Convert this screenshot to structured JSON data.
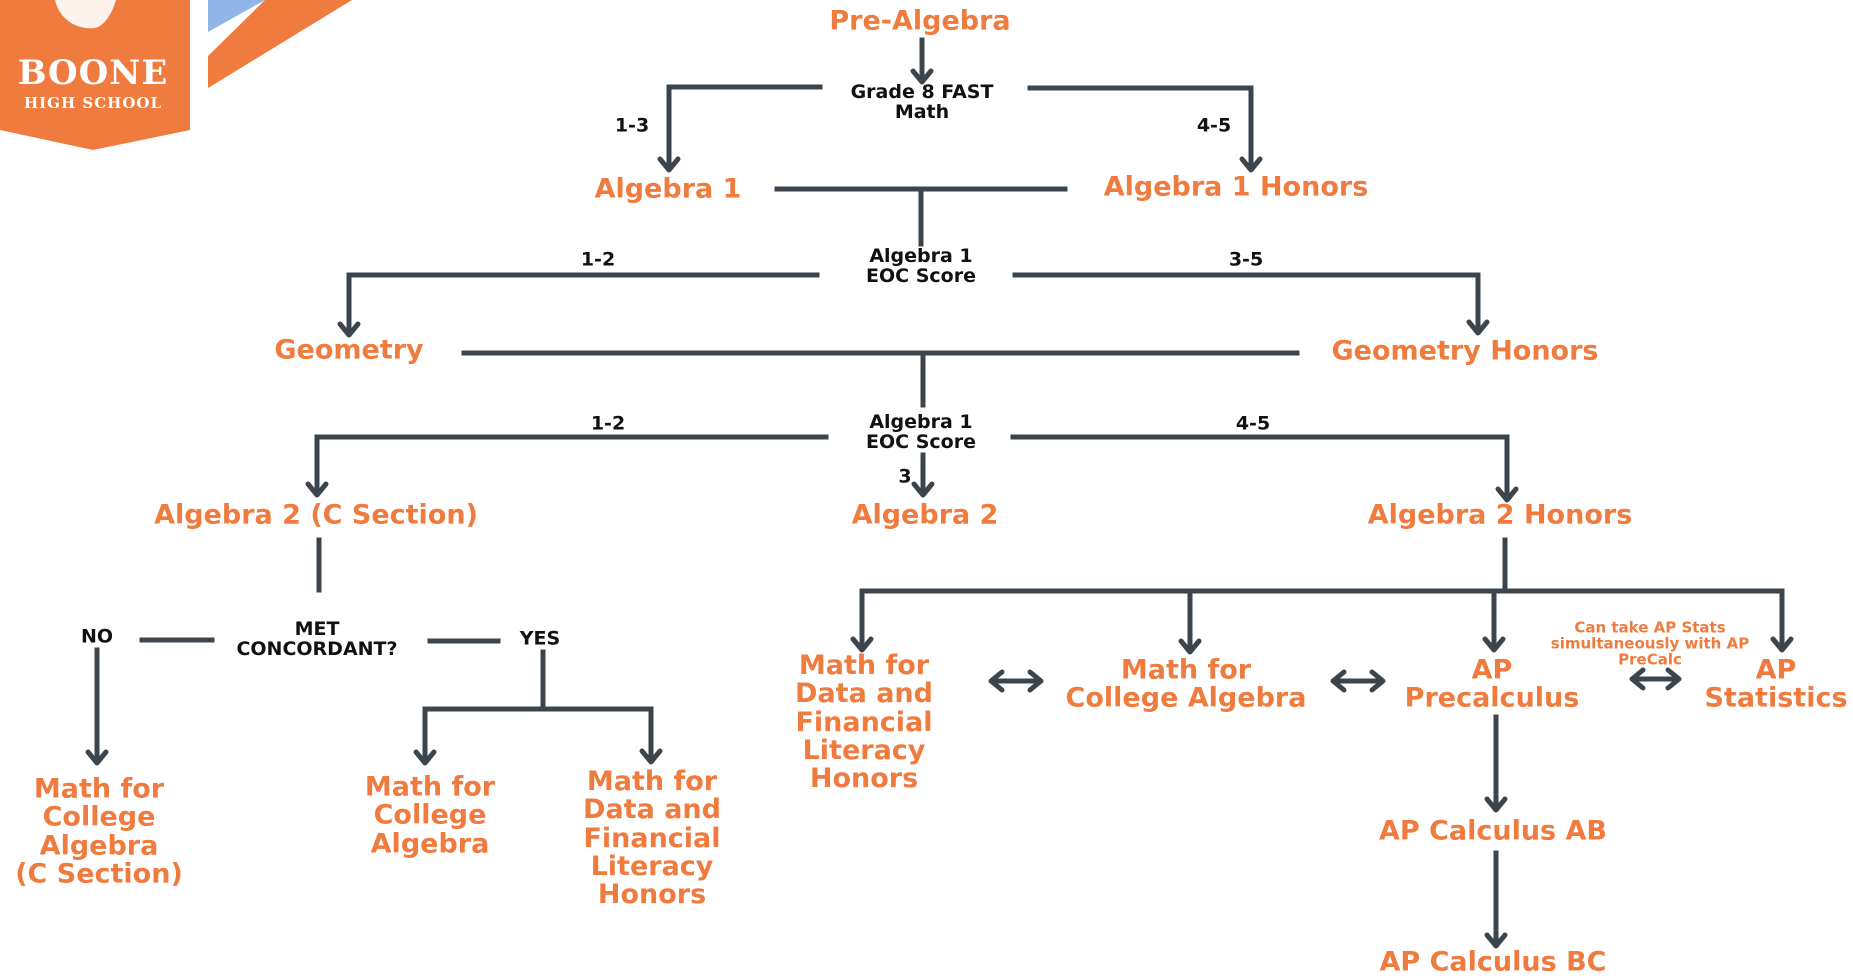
{
  "school": {
    "name": "BOONE",
    "subtitle": "HIGH SCHOOL"
  },
  "colors": {
    "course": "#ef7b3e",
    "line": "#3d454c",
    "label": "#111111",
    "logo_orange": "#ef7b3e",
    "logo_blue": "#8fb6e6"
  },
  "courses": {
    "pre_algebra": "Pre-Algebra",
    "algebra_1": "Algebra 1",
    "algebra_1_honors": "Algebra 1 Honors",
    "geometry": "Geometry",
    "geometry_honors": "Geometry Honors",
    "algebra_2_c": "Algebra 2 (C Section)",
    "algebra_2": "Algebra 2",
    "algebra_2_honors": "Algebra 2 Honors",
    "mfca_c": "Math for\nCollege\nAlgebra\n(C Section)",
    "mfca_left": "Math for\nCollege\nAlgebra",
    "mdfl_left": "Math for\nData and\nFinancial\nLiteracy\nHonors",
    "mdfl_right": "Math for\nData and\nFinancial\nLiteracy\nHonors",
    "mfca_right": "Math for\nCollege Algebra",
    "ap_precalc": "AP\nPrecalculus",
    "ap_stats": "AP\nStatistics",
    "ap_calc_ab": "AP Calculus AB",
    "ap_calc_bc": "AP Calculus BC"
  },
  "decisions": {
    "fast": "Grade 8 FAST\nMath",
    "eoc_1": "Algebra 1\nEOC Score",
    "eoc_2": "Algebra 1\nEOC Score",
    "concordant": "MET\nCONCORDANT?"
  },
  "scores": {
    "fast_low": "1-3",
    "fast_high": "4-5",
    "eoc1_low": "1-2",
    "eoc1_high": "3-5",
    "eoc2_low": "1-2",
    "eoc2_mid": "3",
    "eoc2_high": "4-5",
    "no": "NO",
    "yes": "YES"
  },
  "notes": {
    "ap_stats_note": "Can take AP Stats\nsimultaneously with AP\nPreCalc"
  }
}
